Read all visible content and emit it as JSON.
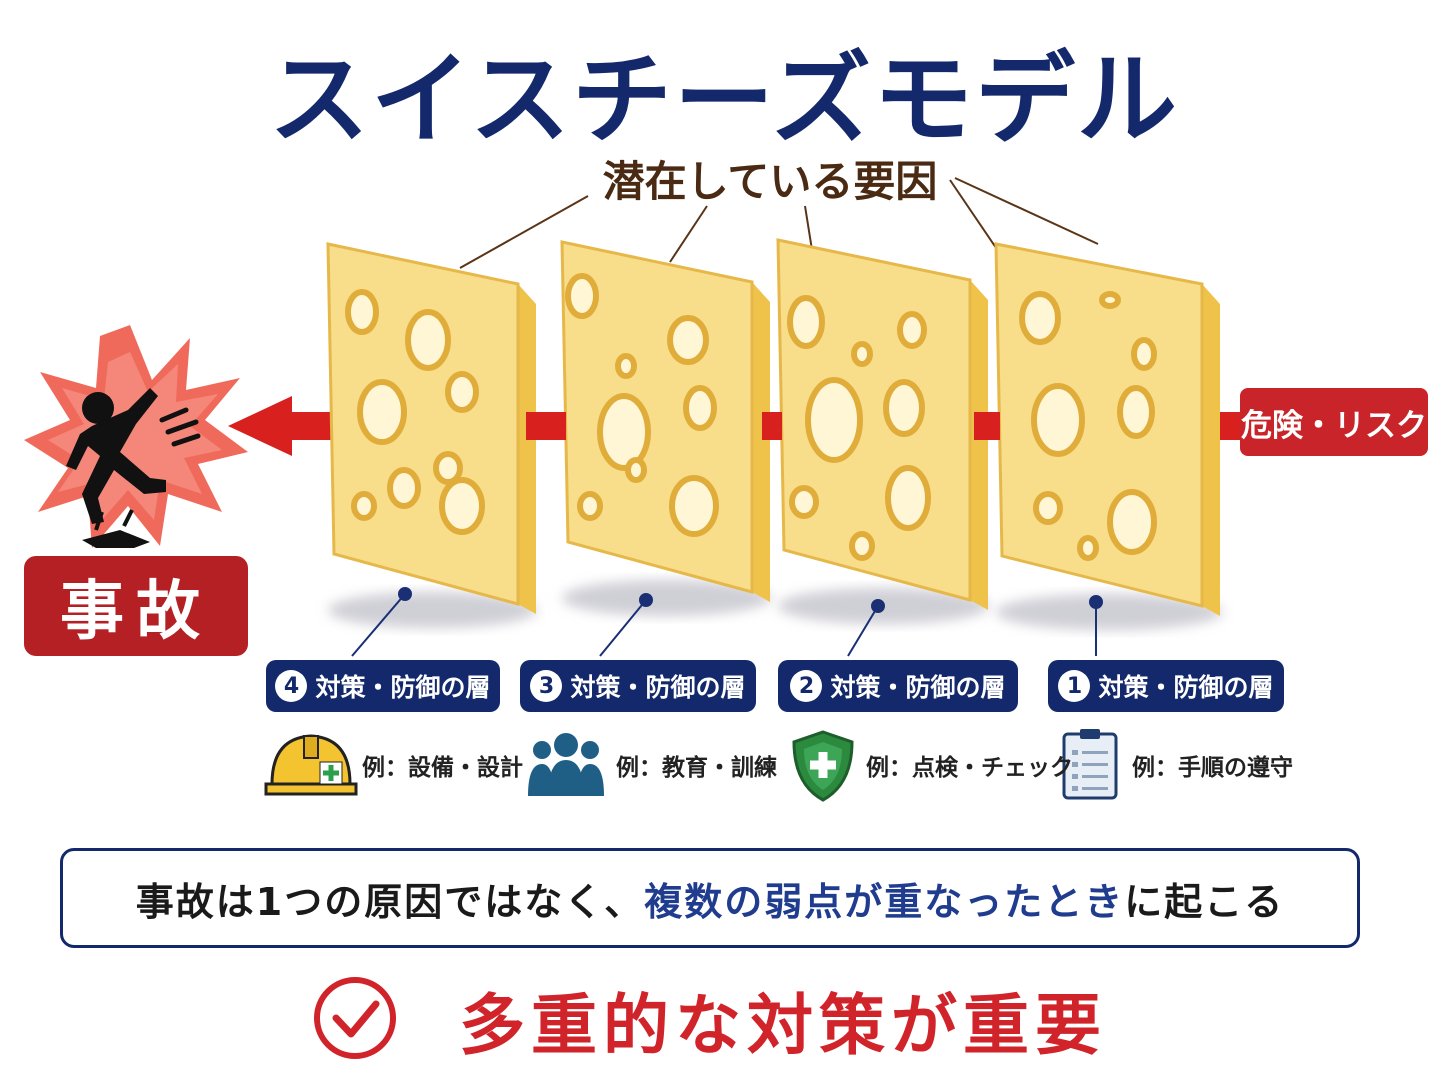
{
  "title": "スイスチーズモデル",
  "latent_label": "潜在している要因",
  "danger_label": "危険・リスク",
  "accident_label": "事故",
  "layers": [
    {
      "number": "4",
      "label": "対策・防御の層",
      "example": "例：設備・設計",
      "icon": "hard-hat-icon"
    },
    {
      "number": "3",
      "label": "対策・防御の層",
      "example": "例：教育・訓練",
      "icon": "people-icon"
    },
    {
      "number": "2",
      "label": "対策・防御の層",
      "example": "例：点検・チェック",
      "icon": "shield-cross-icon"
    },
    {
      "number": "1",
      "label": "対策・防御の層",
      "example": "例：手順の遵守",
      "icon": "clipboard-icon"
    }
  ],
  "message": {
    "part1": "事故は1つの原因ではなく、",
    "highlight": "複数の弱点が重なったとき",
    "part2": "に起こる"
  },
  "conclusion": "多重的な対策が重要",
  "colors": {
    "navy": "#13296b",
    "red": "#d1232a",
    "cheese": "#f8dd8a",
    "cheese_side": "#efc24a",
    "hole": "#e0ad3a"
  }
}
